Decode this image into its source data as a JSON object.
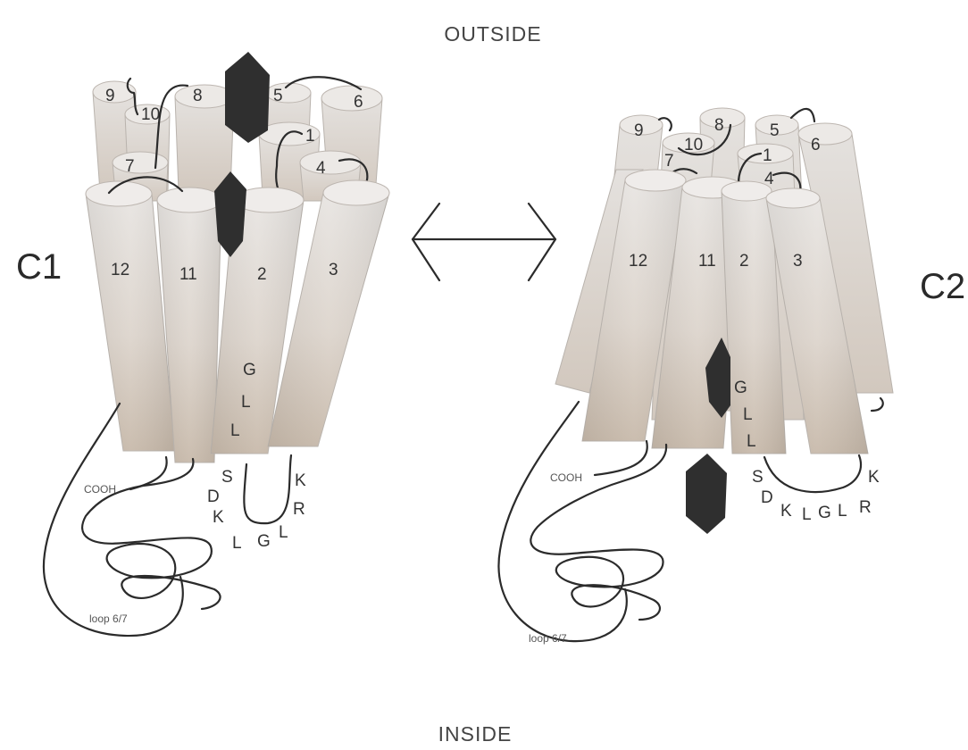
{
  "labels": {
    "outside": "OUTSIDE",
    "inside": "INSIDE",
    "c1": "C1",
    "c2": "C2"
  },
  "c1": {
    "helices_back": [
      "9",
      "10",
      "8",
      "5",
      "6",
      "7",
      "1",
      "4"
    ],
    "helices_front": [
      "12",
      "11",
      "2",
      "3"
    ],
    "motif_helix2": [
      "G",
      "L",
      "L"
    ],
    "loop_residues": [
      "S",
      "D",
      "K",
      "L",
      "G",
      "L",
      "R",
      "K"
    ],
    "cooh": "COOH",
    "loop_label": "loop 6/7"
  },
  "c2": {
    "helices_back": [
      "9",
      "8",
      "10",
      "5",
      "6",
      "7",
      "1",
      "4"
    ],
    "helices_front": [
      "12",
      "11",
      "2",
      "3"
    ],
    "motif_helix2": [
      "G",
      "L",
      "L"
    ],
    "loop_residues": [
      "S",
      "D",
      "K",
      "L",
      "G",
      "L",
      "R",
      "K"
    ],
    "cooh": "COOH",
    "loop_label": "loop 6/7"
  },
  "colors": {
    "helix_top": "#e6e3e0",
    "helix_bottom": "#c9bcae",
    "substrate": "#2f2f2f",
    "loop": "#2b2b2b"
  }
}
